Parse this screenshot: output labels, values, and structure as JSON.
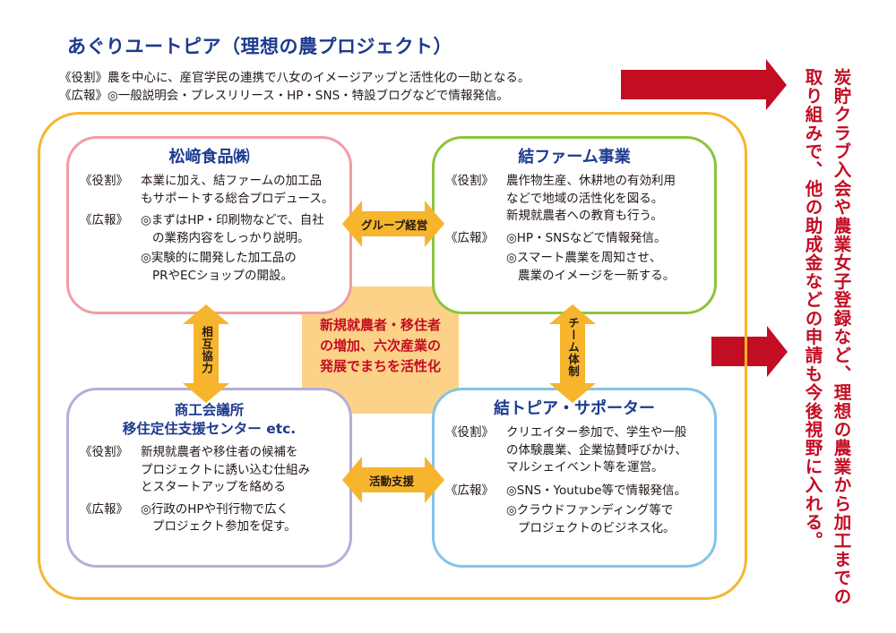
{
  "header": {
    "title": "あぐりユートピア（理想の農プロジェクト）",
    "role_line": "《役割》農を中心に、産官学民の連携で八女のイメージアップと活性化の一助となる。",
    "pr_line": "《広報》◎一般説明会・プレスリリース・HP・SNS・特設ブログなどで情報発信。"
  },
  "center": {
    "lines": [
      "新規就農者・移住者",
      "の増加、六次産業の",
      "発展でまちを活性化"
    ]
  },
  "boxes": {
    "matsuzaki": {
      "title": "松﨑食品㈱",
      "role_label": "《役割》",
      "role_lines": [
        "本業に加え、結ファームの加工品",
        "もサポートする総合プロデュース。"
      ],
      "pr_label": "《広報》",
      "pr_items": [
        {
          "first": "◎まずはHP・印刷物などで、自社",
          "cont": "の業務内容をしっかり説明。"
        },
        {
          "first": "◎実験的に開発した加工品の",
          "cont": "PRやECショップの開設。"
        }
      ]
    },
    "yui_farm": {
      "title": "結ファーム事業",
      "role_label": "《役割》",
      "role_lines": [
        "農作物生産、休耕地の有効利用",
        "などで地域の活性化を図る。",
        "新規就農者への教育も行う。"
      ],
      "pr_label": "《広報》",
      "pr_items": [
        {
          "first": "◎HP・SNSなどで情報発信。",
          "cont": ""
        },
        {
          "first": "◎スマート農業を周知させ、",
          "cont": "農業のイメージを一新する。"
        }
      ]
    },
    "chamber": {
      "title_1": "商工会議所",
      "title_2": "移住定住支援センター etc.",
      "role_label": "《役割》",
      "role_lines": [
        "新規就農者や移住者の候補を",
        "プロジェクトに誘い込む仕組み",
        "とスタートアップを絡める"
      ],
      "pr_label": "《広報》",
      "pr_items": [
        {
          "first": "◎行政のHPや刊行物で広く",
          "cont": "プロジェクト参加を促す。"
        }
      ]
    },
    "supporter": {
      "title": "結トピア・サポーター",
      "role_label": "《役割》",
      "role_lines": [
        "クリエイター参加で、学生や一般",
        "の体験農業、企業協賛呼びかけ、",
        "マルシェイベント等を運営。"
      ],
      "pr_label": "《広報》",
      "pr_items": [
        {
          "first": "◎SNS・Youtube等で情報発信。",
          "cont": ""
        },
        {
          "first": "◎クラウドファンディング等で",
          "cont": "プロジェクトのビジネス化。"
        }
      ]
    }
  },
  "connectors": {
    "group_management": "グループ経営",
    "mutual_cooperation": "相互協力",
    "team_structure": "チーム体制",
    "activity_support": "活動支援"
  },
  "side_note": {
    "column_1": "炭貯クラブ入会や農業女子登録など、理想の農業から加工までの",
    "column_2": "取り組みで、他の助成金などの申請も今後視野に入れる。"
  },
  "colors": {
    "title_blue": "#1d3a8f",
    "accent_red": "#c30d23",
    "frame_orange": "#f6b52c",
    "center_fill": "#fbd288",
    "pink_border": "#f19ca7",
    "green_border": "#8cc43c",
    "purple_border": "#b5aed6",
    "blue_border": "#86c2e9"
  }
}
